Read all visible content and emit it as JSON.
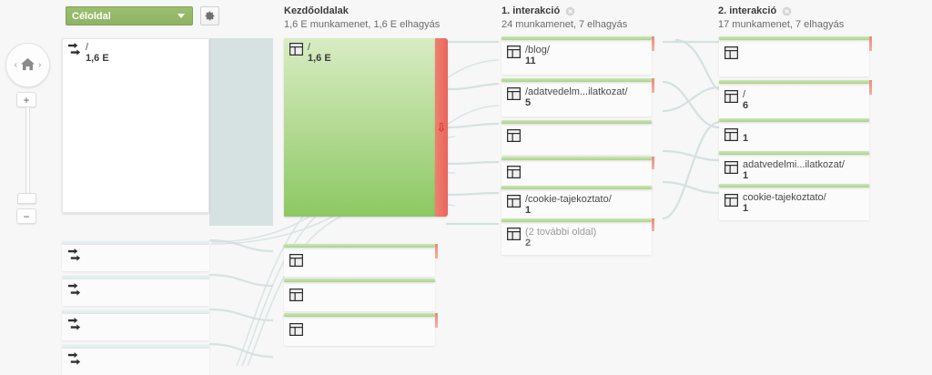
{
  "toolbar": {
    "dimension_label": "Céloldal",
    "caret_icon": "chevron-down-icon",
    "gear_icon": "gear-icon"
  },
  "nav": {
    "prev_icon": "‹",
    "next_icon": "›",
    "home_icon": "home-icon",
    "zoom_in_label": "+",
    "zoom_out_label": "−"
  },
  "columns": [
    {
      "title": "Kezdőoldalak",
      "subtitle": "1,6 E munkamenet, 1,6 E elhagyás",
      "has_close": false
    },
    {
      "title": "1. interakció",
      "subtitle": "24 munkamenet, 7 elhagyás",
      "has_close": true
    },
    {
      "title": "2. interakció",
      "subtitle": "17 munkamenet, 7 elhagyás",
      "has_close": true
    }
  ],
  "source_nodes": [
    {
      "path": "/",
      "value": "1,6 E",
      "icon": "traffic-source-icon"
    },
    {
      "path": "",
      "value": "",
      "icon": "traffic-source-icon"
    },
    {
      "path": "",
      "value": "",
      "icon": "traffic-source-icon"
    },
    {
      "path": "",
      "value": "",
      "icon": "traffic-source-icon"
    },
    {
      "path": "",
      "value": "",
      "icon": "traffic-source-icon"
    }
  ],
  "landing_nodes": [
    {
      "path": "/",
      "value": "1,6 E",
      "icon": "page-icon"
    },
    {
      "path": "",
      "value": "",
      "icon": "page-icon"
    },
    {
      "path": "",
      "value": "",
      "icon": "page-icon"
    },
    {
      "path": "",
      "value": "",
      "icon": "page-icon"
    }
  ],
  "interaction1_nodes": [
    {
      "path": "/blog/",
      "value": "11",
      "icon": "page-icon",
      "muted": false
    },
    {
      "path": "/adatvedelm...ilatkozat/",
      "value": "5",
      "icon": "page-icon",
      "muted": false
    },
    {
      "path": "",
      "value": "",
      "icon": "page-icon",
      "muted": false
    },
    {
      "path": "",
      "value": "",
      "icon": "page-icon",
      "muted": false
    },
    {
      "path": "/cookie-tajekoztato/",
      "value": "1",
      "icon": "page-icon",
      "muted": false
    },
    {
      "path": "(2 további oldal)",
      "value": "2",
      "icon": "page-icon",
      "muted": true
    }
  ],
  "interaction2_nodes": [
    {
      "path": "",
      "value": "",
      "icon": "page-icon",
      "muted": false
    },
    {
      "path": "/",
      "value": "6",
      "icon": "page-icon",
      "muted": false
    },
    {
      "path": "",
      "value": "1",
      "icon": "page-icon",
      "muted": false
    },
    {
      "path": "adatvedelmi...ilatkozat/",
      "value": "1",
      "icon": "page-icon",
      "muted": false
    },
    {
      "path": "cookie-tajekoztato/",
      "value": "1",
      "icon": "page-icon",
      "muted": false
    }
  ],
  "colors": {
    "node_green_top": "#d9ecc3",
    "node_green_bottom": "#8dc863",
    "dropoff_red": "#e8655a",
    "dropoff_arrow": "#d7271b",
    "link_blue_grey": "#cfdedd",
    "dimension_green": "#9cbf6f",
    "canvas_bg": "#f7f7f7"
  }
}
